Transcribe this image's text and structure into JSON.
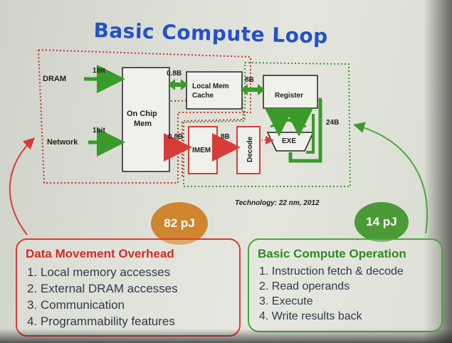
{
  "title": "Basic Compute Loop",
  "diagram": {
    "dram_label": "DRAM",
    "network_label": "Network",
    "dram_bits": "1bit",
    "network_bits": "1bit",
    "on_chip_mem": "On Chip\nMem",
    "local_mem_cache": "Local Mem\nCache",
    "register": "Register",
    "imem": "IMEM",
    "decode": "Decode",
    "exe": "EXE",
    "bw_cache": "0.8B",
    "bw_imem": "0.8B",
    "bw_register": "8B",
    "bw_decode": "8B",
    "bw_exe": "24B",
    "technology": "Technology: 22 nm, 2012"
  },
  "overhead": {
    "energy": "82 pJ",
    "heading": "Data Movement Overhead",
    "items": [
      "1. Local memory accesses",
      "2. External DRAM accesses",
      "3. Communication",
      "4. Programmability features"
    ]
  },
  "compute": {
    "energy": "14 pJ",
    "heading": "Basic Compute Operation",
    "items": [
      "1. Instruction fetch & decode",
      "2. Read operands",
      "3. Execute",
      "4. Write results back"
    ]
  },
  "colors": {
    "title_blue": "#2550c8",
    "overhead_red": "#d83c38",
    "compute_green": "#48a83a",
    "energy_orange": "#d0862e",
    "energy_green": "#4a9a36"
  }
}
